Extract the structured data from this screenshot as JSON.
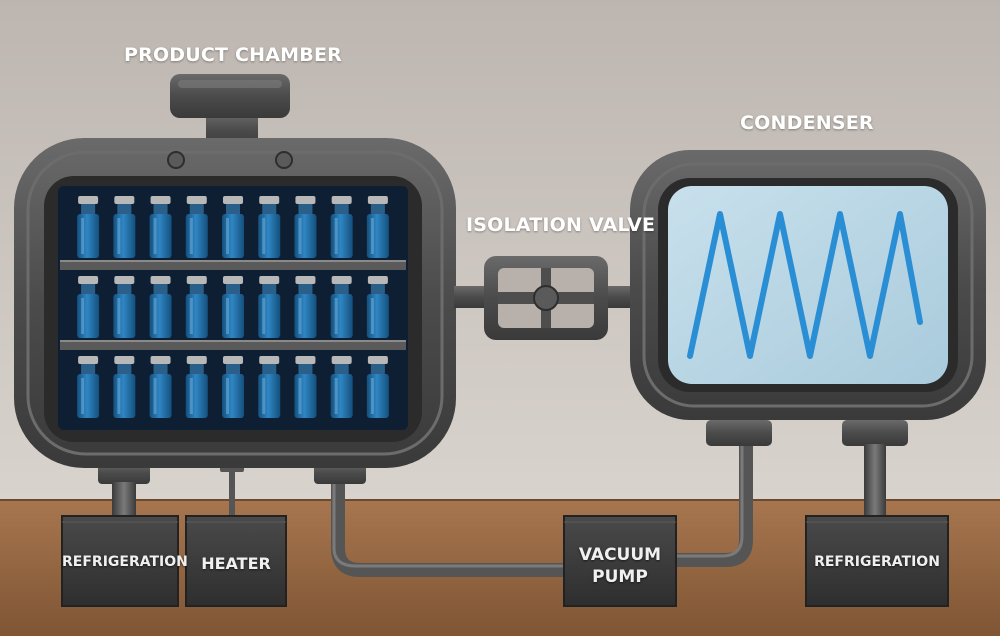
{
  "labels": {
    "product_chamber": "PRODUCT CHAMBER",
    "condenser": "CONDENSER",
    "isolation_valve": "ISOLATION VALVE"
  },
  "boxes": {
    "refrigeration_left": "REFRIGERATION",
    "heater": "HEATER",
    "vacuum_pump_line1": "VACUUM",
    "vacuum_pump_line2": "PUMP",
    "refrigeration_right": "REFRIGERATION"
  },
  "chamber": {
    "shelves": 3,
    "vials_per_shelf": 9
  },
  "colors": {
    "wall": "#cfc8c2",
    "table": "#9a6a45",
    "metal": "#4e4e4e",
    "vial": "#1f6fa8",
    "condenser_glass": "#b9d6e6",
    "coil": "#2a8ed4"
  }
}
